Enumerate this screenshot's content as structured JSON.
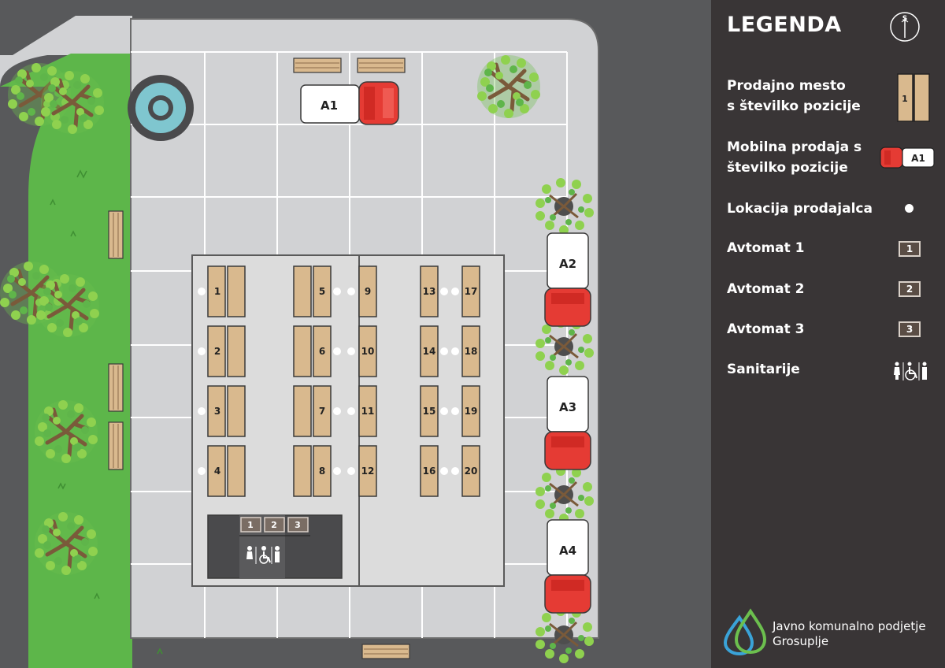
{
  "legend": {
    "title": "LEGENDA",
    "items": {
      "stall": "Prodajno mesto\ns številko pozicije",
      "stall_icon_number": "1",
      "mobile": "Mobilna prodaja s\nštevilko pozicije",
      "mobile_icon_label": "A1",
      "seller": "Lokacija prodajalca",
      "machine1": "Avtomat 1",
      "machine2": "Avtomat 2",
      "machine3": "Avtomat 3",
      "sanitary": "Sanitarije",
      "machine1_number": "1",
      "machine2_number": "2",
      "machine3_number": "3"
    }
  },
  "map": {
    "stalls": [
      "1",
      "2",
      "3",
      "4",
      "5",
      "6",
      "7",
      "8",
      "9",
      "10",
      "11",
      "12",
      "13",
      "14",
      "15",
      "16",
      "17",
      "18",
      "19",
      "20"
    ],
    "mobile_units": [
      "A1",
      "A2",
      "A3",
      "A4"
    ],
    "machines": [
      "1",
      "2",
      "3"
    ]
  },
  "organization": {
    "line1": "Javno komunalno podjetje",
    "line2": "Grosuplje"
  },
  "colors": {
    "asphalt": "#58595b",
    "pavement": "#d1d2d4",
    "grass": "#5db64a",
    "stall_wood": "#d9b98e",
    "legend_bg": "#393536",
    "truck_red": "#e53b34",
    "canopy": "#8bc34a"
  },
  "icons": [
    "compass-icon",
    "stall-icon",
    "truck-icon",
    "seller-dot-icon",
    "sanitary-icon",
    "tree-icon",
    "fountain-icon",
    "bench-icon",
    "organization-logo-icon"
  ]
}
